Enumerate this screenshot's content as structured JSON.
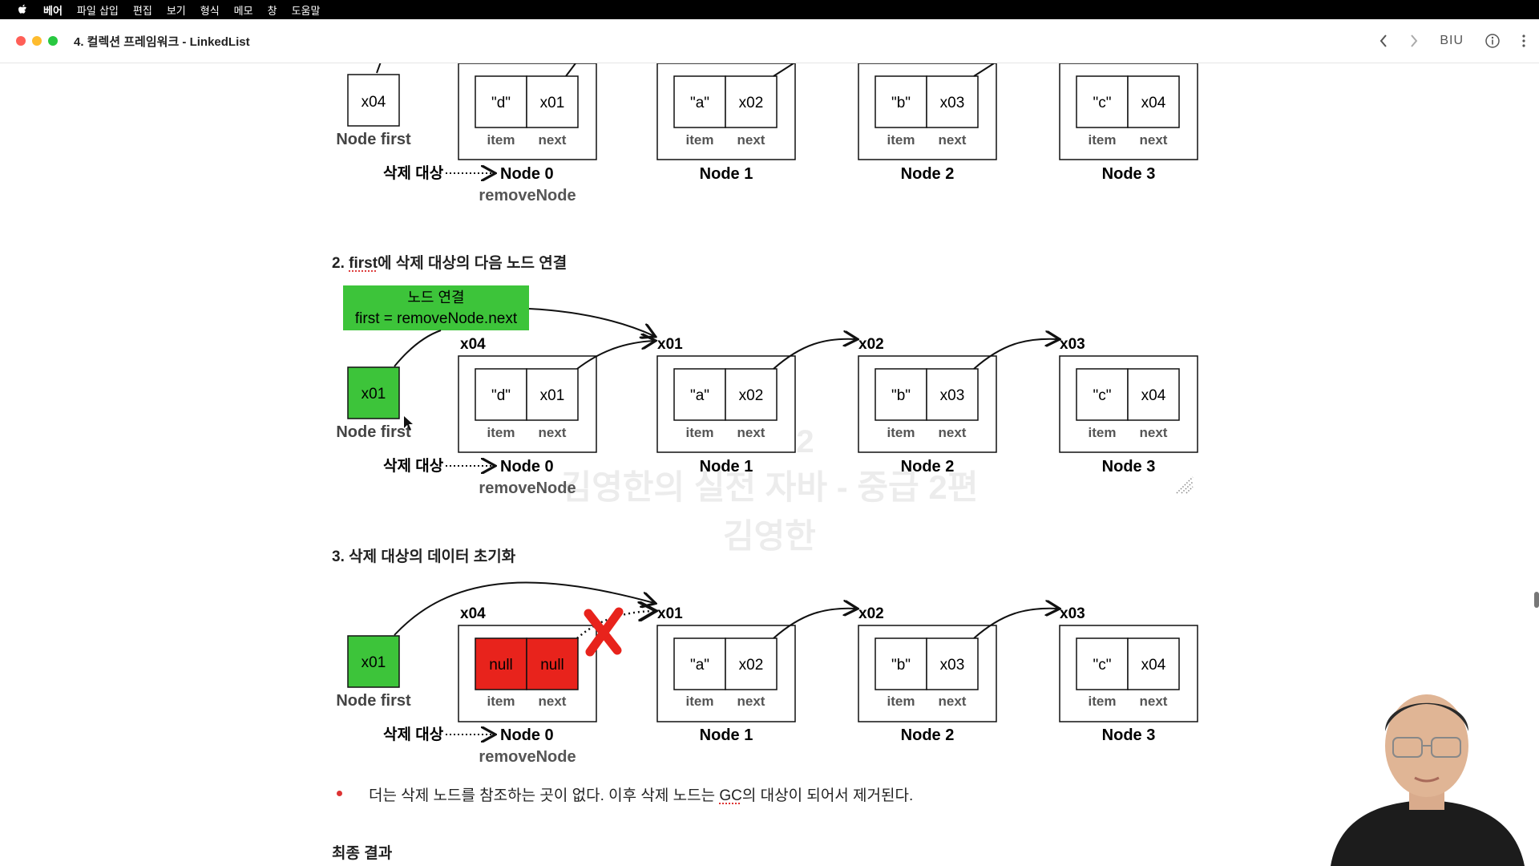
{
  "menubar": {
    "app": "베어",
    "items": [
      "파일 삽입",
      "편집",
      "보기",
      "형식",
      "메모",
      "창",
      "도움말"
    ]
  },
  "window": {
    "title": "4. 컬렉션 프레임워크 - LinkedList",
    "format_label": "BIU",
    "colors": {
      "close": "#ff5f57",
      "minimize": "#febc2e",
      "zoom": "#28c840"
    }
  },
  "headings": {
    "h2_prefix": "2. ",
    "h2_first": "first",
    "h2_rest": "에 삭제 대상의 다음 노드 연결",
    "h3": "3. 삭제 대상의 데이터 초기화",
    "final": "최종 결과"
  },
  "labels": {
    "item": "item",
    "next": "next",
    "node_first": "Node first",
    "delete_target": "삭제 대상",
    "remove_node": "removeNode",
    "node0": "Node 0",
    "node1": "Node 1",
    "node2": "Node 2",
    "node3": "Node 3"
  },
  "diagram1": {
    "first_value": "x04",
    "nodes": [
      {
        "item": "\"d\"",
        "next": "x01"
      },
      {
        "item": "\"a\"",
        "next": "x02"
      },
      {
        "item": "\"b\"",
        "next": "x03"
      },
      {
        "item": "\"c\"",
        "next": "x04"
      }
    ]
  },
  "diagram2": {
    "first_value": "x01",
    "callout_title": "노드 연결",
    "callout_code": "first = removeNode.next",
    "addresses": [
      "x04",
      "x01",
      "x02",
      "x03"
    ],
    "nodes": [
      {
        "item": "\"d\"",
        "next": "x01"
      },
      {
        "item": "\"a\"",
        "next": "x02"
      },
      {
        "item": "\"b\"",
        "next": "x03"
      },
      {
        "item": "\"c\"",
        "next": "x04"
      }
    ]
  },
  "diagram3": {
    "first_value": "x01",
    "addresses": [
      "x04",
      "x01",
      "x02",
      "x03"
    ],
    "nodes": [
      {
        "item": "null",
        "next": "null"
      },
      {
        "item": "\"a\"",
        "next": "x02"
      },
      {
        "item": "\"b\"",
        "next": "x03"
      },
      {
        "item": "\"c\"",
        "next": "x04"
      }
    ]
  },
  "bullet": {
    "text_pre": "더는 삭제 노드를 참조하는 곳이 없다. 이후 삭제 노드는 ",
    "text_gc": "GC",
    "text_post": "의 대상이 되어서 제거된다."
  },
  "watermark": {
    "line1": "12252",
    "line2": "김영한의 실전 자바 - 중급 2편",
    "line3": "김영한"
  },
  "colors": {
    "green": "#3dc43a",
    "red": "#e8231c",
    "accent_red": "#d33"
  }
}
